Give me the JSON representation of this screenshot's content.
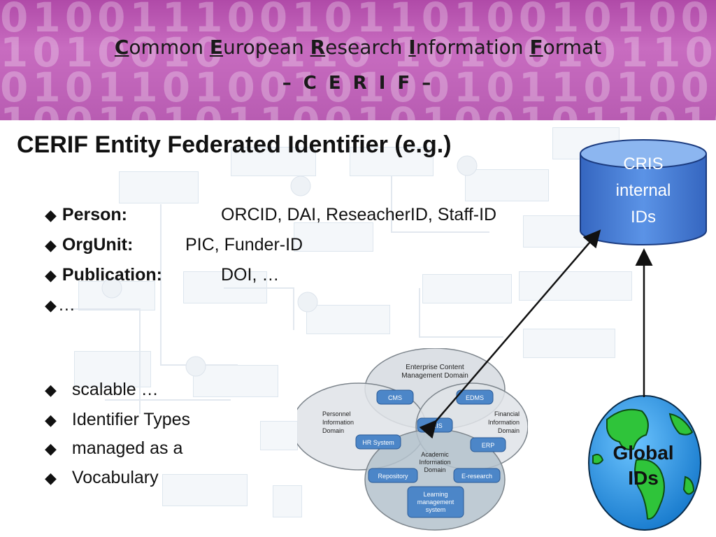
{
  "banner": {
    "digits_rows": [
      "010011100101101001010011101",
      "1010010 0110 101001011010 0101",
      "0101101001010010110100101001",
      "1001010110010100101101001010"
    ],
    "title_parts": [
      {
        "first": "C",
        "rest": "ommon "
      },
      {
        "first": "E",
        "rest": "uropean "
      },
      {
        "first": "R",
        "rest": "esearch "
      },
      {
        "first": "I",
        "rest": "nformation "
      },
      {
        "first": "F",
        "rest": "ormat"
      }
    ],
    "subtitle": "– C E R I F –"
  },
  "heading": "CERIF Entity Federated Identifier (e.g.)",
  "bullets": [
    {
      "label": "Person:",
      "value": "ORCID, DAI, ReseacherID, Staff-ID"
    },
    {
      "label": "OrgUnit:",
      "value": "PIC, Funder-ID"
    },
    {
      "label": "Publication:",
      "value": "DOI, …"
    },
    {
      "label": "",
      "value": "…"
    }
  ],
  "notes": [
    "scalable …",
    "Identifier Types",
    "managed as a",
    "Vocabulary"
  ],
  "cris_db": {
    "line1": "CRIS",
    "line2": "internal",
    "line3": "IDs"
  },
  "global": {
    "line1": "Global",
    "line2": "IDs"
  },
  "domains": {
    "enterprise": [
      "Enterprise Content",
      "Management Domain"
    ],
    "personnel": [
      "Personnel",
      "Information",
      "Domain"
    ],
    "financial": [
      "Financial",
      "Information",
      "Domain"
    ],
    "academic": [
      "Academic",
      "Information",
      "Domain"
    ],
    "boxes": {
      "cms": "CMS",
      "edms": "EDMS",
      "cris": "CRIS",
      "hr": "HR System",
      "erp": "ERP",
      "repository": "Repository",
      "eresearch": "E-research"
    },
    "learning": [
      "Learning",
      "management",
      "system"
    ]
  },
  "colors": {
    "banner": "#b85cb2",
    "cylinder": "#4a7fd6",
    "globe_ocean": "#1f8ee0",
    "globe_land": "#2fc43a",
    "box_blue": "#4c86c8"
  }
}
